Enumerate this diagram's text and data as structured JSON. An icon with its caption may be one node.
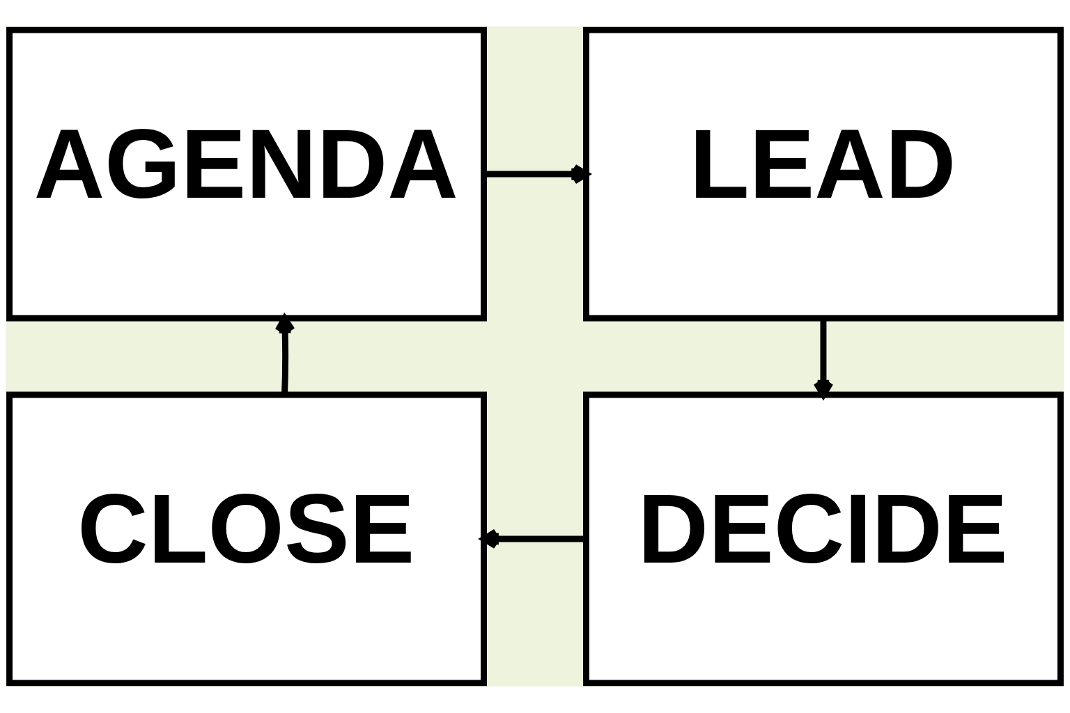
{
  "diagram": {
    "nodes": [
      {
        "text": [
          "AGENDA"
        ]
      },
      {
        "text": [
          "LEAD"
        ]
      },
      {
        "text": [
          "DECIDE"
        ]
      },
      {
        "text": [
          "CLOSE"
        ]
      }
    ],
    "edges": [
      {
        "from": 0,
        "to": 1,
        "arrow": "to"
      },
      {
        "from": 1,
        "to": 2,
        "arrow": "to"
      },
      {
        "from": 2,
        "to": 3,
        "arrow": "to"
      },
      {
        "from": 3,
        "to": 0,
        "arrow": "to"
      }
    ]
  }
}
